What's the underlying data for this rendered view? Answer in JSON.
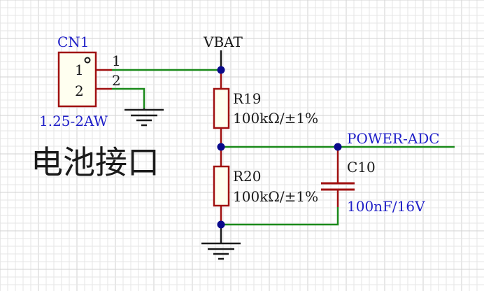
{
  "title": "电池接口",
  "connector": {
    "ref": "CN1",
    "pin1": "1",
    "pin2": "2",
    "pin1_outside": "1",
    "pin2_outside": "2",
    "part": "1.25-2AW"
  },
  "nets": {
    "vbat": "VBAT",
    "power_adc": "POWER-ADC"
  },
  "r19": {
    "ref": "R19",
    "value": "100kΩ/±1%"
  },
  "r20": {
    "ref": "R20",
    "value": "100kΩ/±1%"
  },
  "c10": {
    "ref": "C10",
    "value": "100nF/16V"
  },
  "colors": {
    "wire": "#1a8a1a",
    "body": "#a01010",
    "junction": "#0a0a8c",
    "label": "#2020c8",
    "grid": "#e6e6e6",
    "grid_major": "#d2d2d2"
  }
}
